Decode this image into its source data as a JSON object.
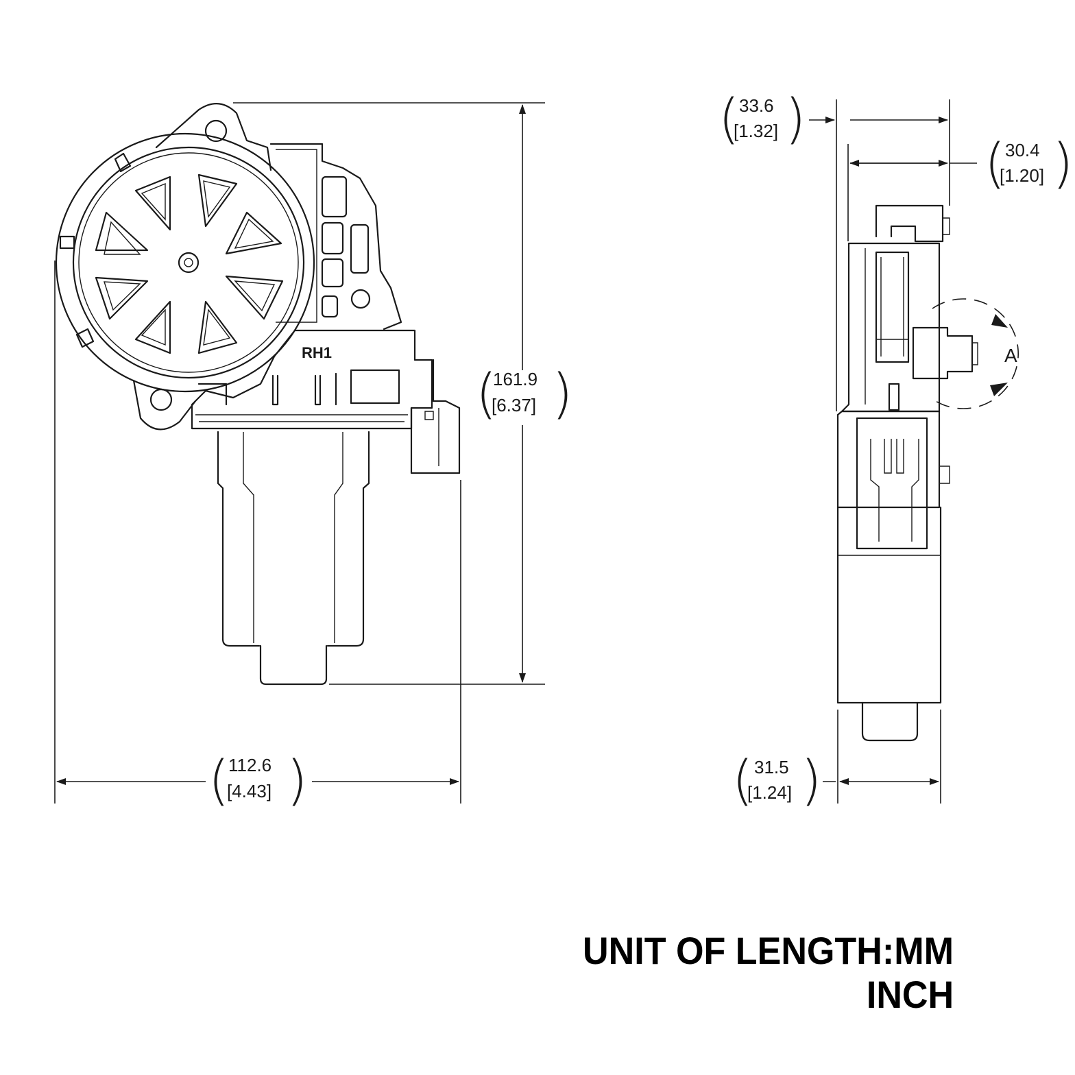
{
  "front_view": {
    "part_marking": "RH1",
    "height_mm": "161.9",
    "height_in": "[6.37]",
    "width_mm": "112.6",
    "width_in": "[4.43]"
  },
  "side_view": {
    "overall_depth_mm": "33.6",
    "overall_depth_in": "[1.32]",
    "body_depth_mm": "30.4",
    "body_depth_in": "[1.20]",
    "motor_depth_mm": "31.5",
    "motor_depth_in": "[1.24]",
    "rotation_label": "A"
  },
  "units": {
    "line1": "UNIT OF LENGTH:MM",
    "line2": "INCH"
  }
}
